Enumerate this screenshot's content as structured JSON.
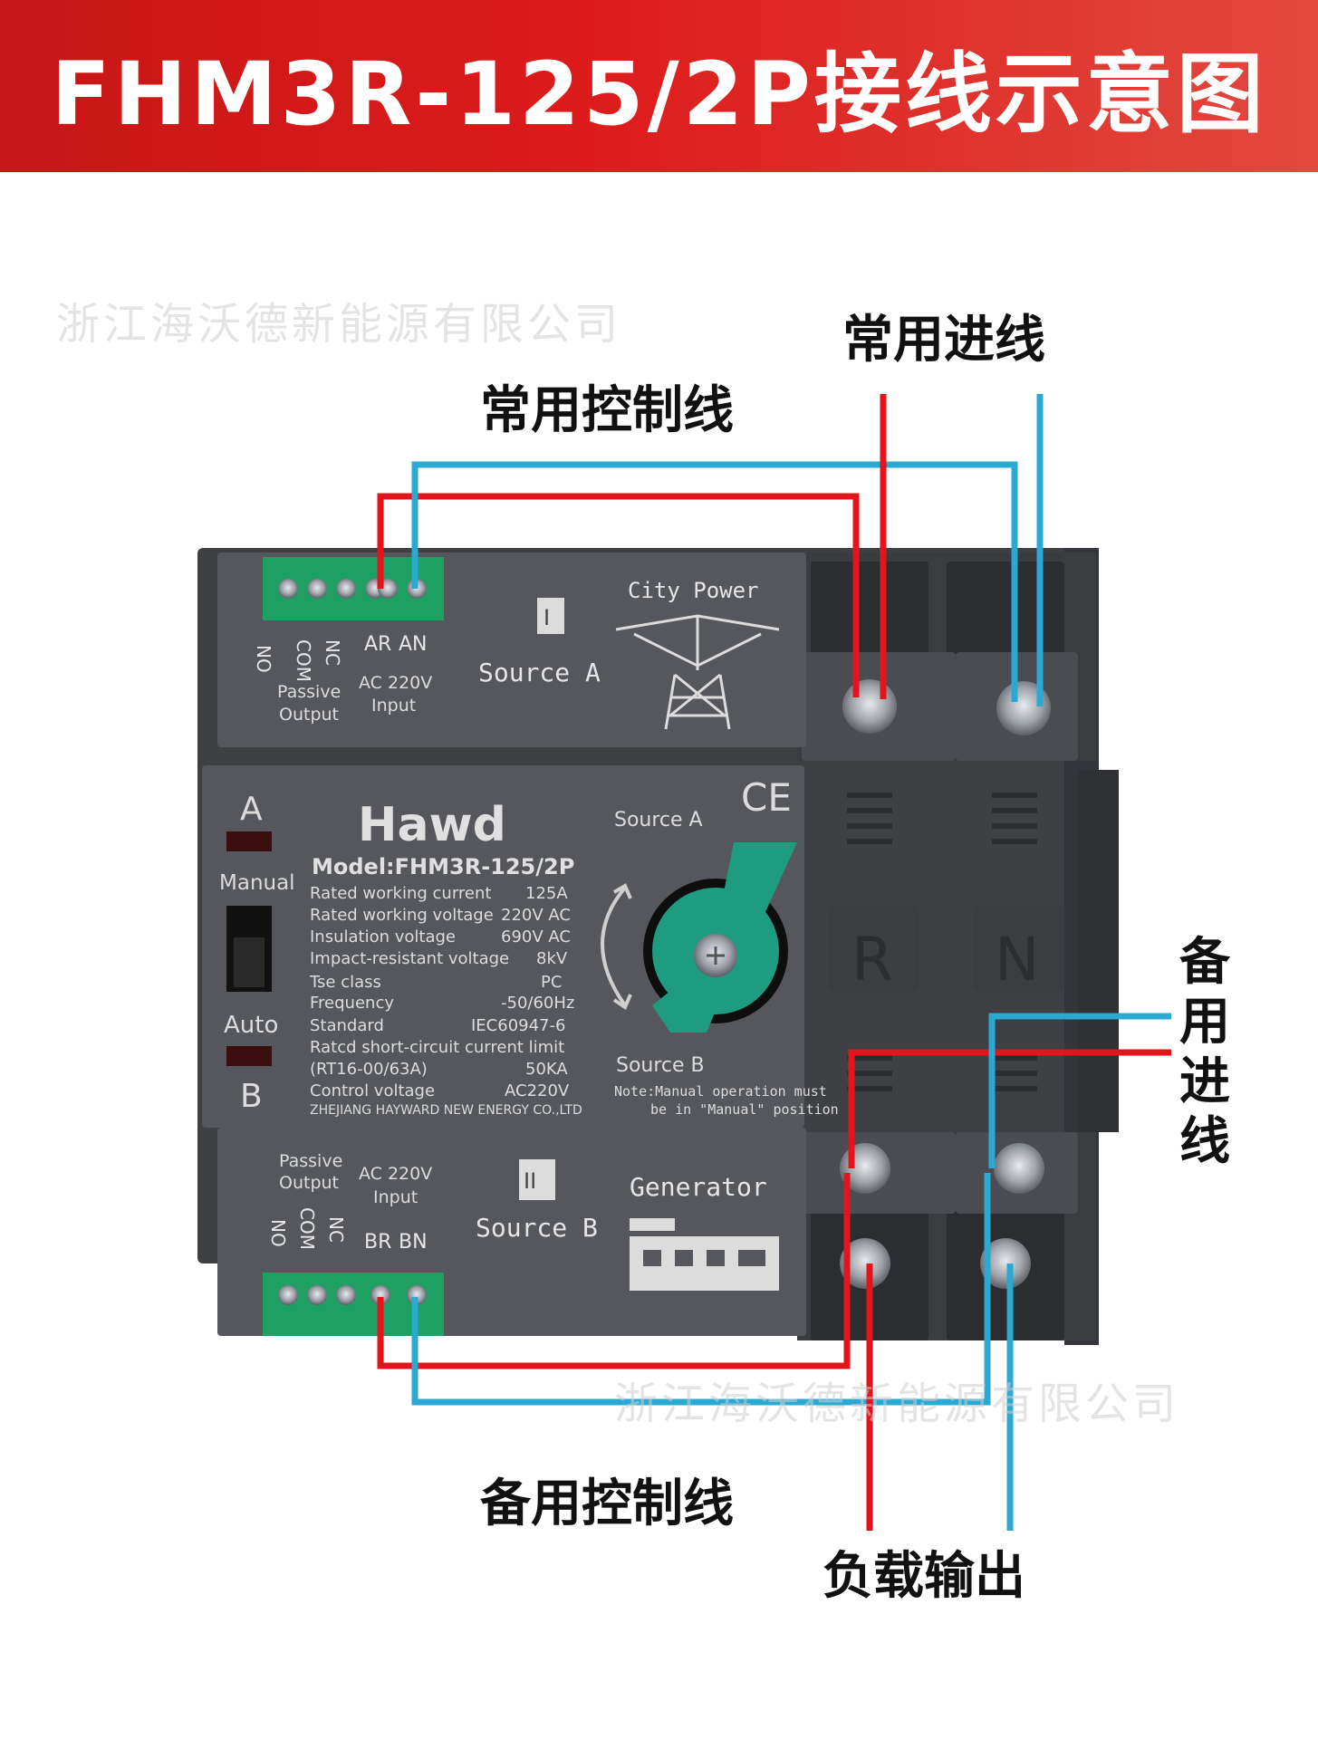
{
  "header": {
    "title": "FHM3R-125/2P接线示意图"
  },
  "watermark": {
    "text": "浙江海沃德新能源有限公司"
  },
  "callouts": {
    "common_incoming": "常用进线",
    "common_control": "常用控制线",
    "standby_incoming": "备用进线",
    "standby_control": "备用控制线",
    "load_output": "负载输出"
  },
  "device": {
    "brand": "Hawd",
    "ce_mark": "CE",
    "model": "Model:FHM3R-125/2P",
    "specs": [
      {
        "label": "Rated working current",
        "value": "125A"
      },
      {
        "label": "Rated working voltage",
        "value": "220V AC"
      },
      {
        "label": "Insulation voltage",
        "value": "690V AC"
      },
      {
        "label": "Impact-resistant voltage",
        "value": "8kV"
      },
      {
        "label": "Tse class",
        "value": "PC"
      },
      {
        "label": "Frequency",
        "value": "-50/60Hz"
      },
      {
        "label": "Standard",
        "value": "IEC60947-6"
      },
      {
        "label": "Ratcd short-circuit current limit",
        "value": ""
      },
      {
        "label": "(RT16-00/63A)",
        "value": "50KA"
      },
      {
        "label": "Control voltage",
        "value": "AC220V"
      }
    ],
    "manufacturer": "ZHEJIANG HAYWARD NEW ENERGY CO.,LTD",
    "indicator_a": "A",
    "indicator_b": "B",
    "mode_manual": "Manual",
    "mode_auto": "Auto",
    "knob_source_a": "Source A",
    "knob_source_b": "Source B",
    "note_line1": "Note:Manual operation must",
    "note_line2": "be in \"Manual\" position",
    "terminal_r": "R",
    "terminal_n": "N",
    "top_module": {
      "roman": "I",
      "source": "Source A",
      "power_label": "City Power",
      "term_no": "NO",
      "term_com": "COM",
      "term_nc": "NC",
      "term_ar": "AR",
      "term_an": "AN",
      "passive": "Passive",
      "output": "Output",
      "ac_voltage": "AC 220V",
      "input": "Input"
    },
    "bottom_module": {
      "roman": "II",
      "source": "Source B",
      "power_label": "Generator",
      "term_no": "NO",
      "term_com": "COM",
      "term_nc": "NC",
      "term_br": "BR",
      "term_bn": "BN",
      "passive": "Passive",
      "output": "Output",
      "ac_voltage": "AC 220V",
      "input": "Input"
    }
  },
  "colors": {
    "red_wire": "#e3141b",
    "blue_wire": "#2aa9d2",
    "body": "#4a4c50",
    "knob": "#1e9c7f",
    "terminal_green": "#1fa063"
  }
}
